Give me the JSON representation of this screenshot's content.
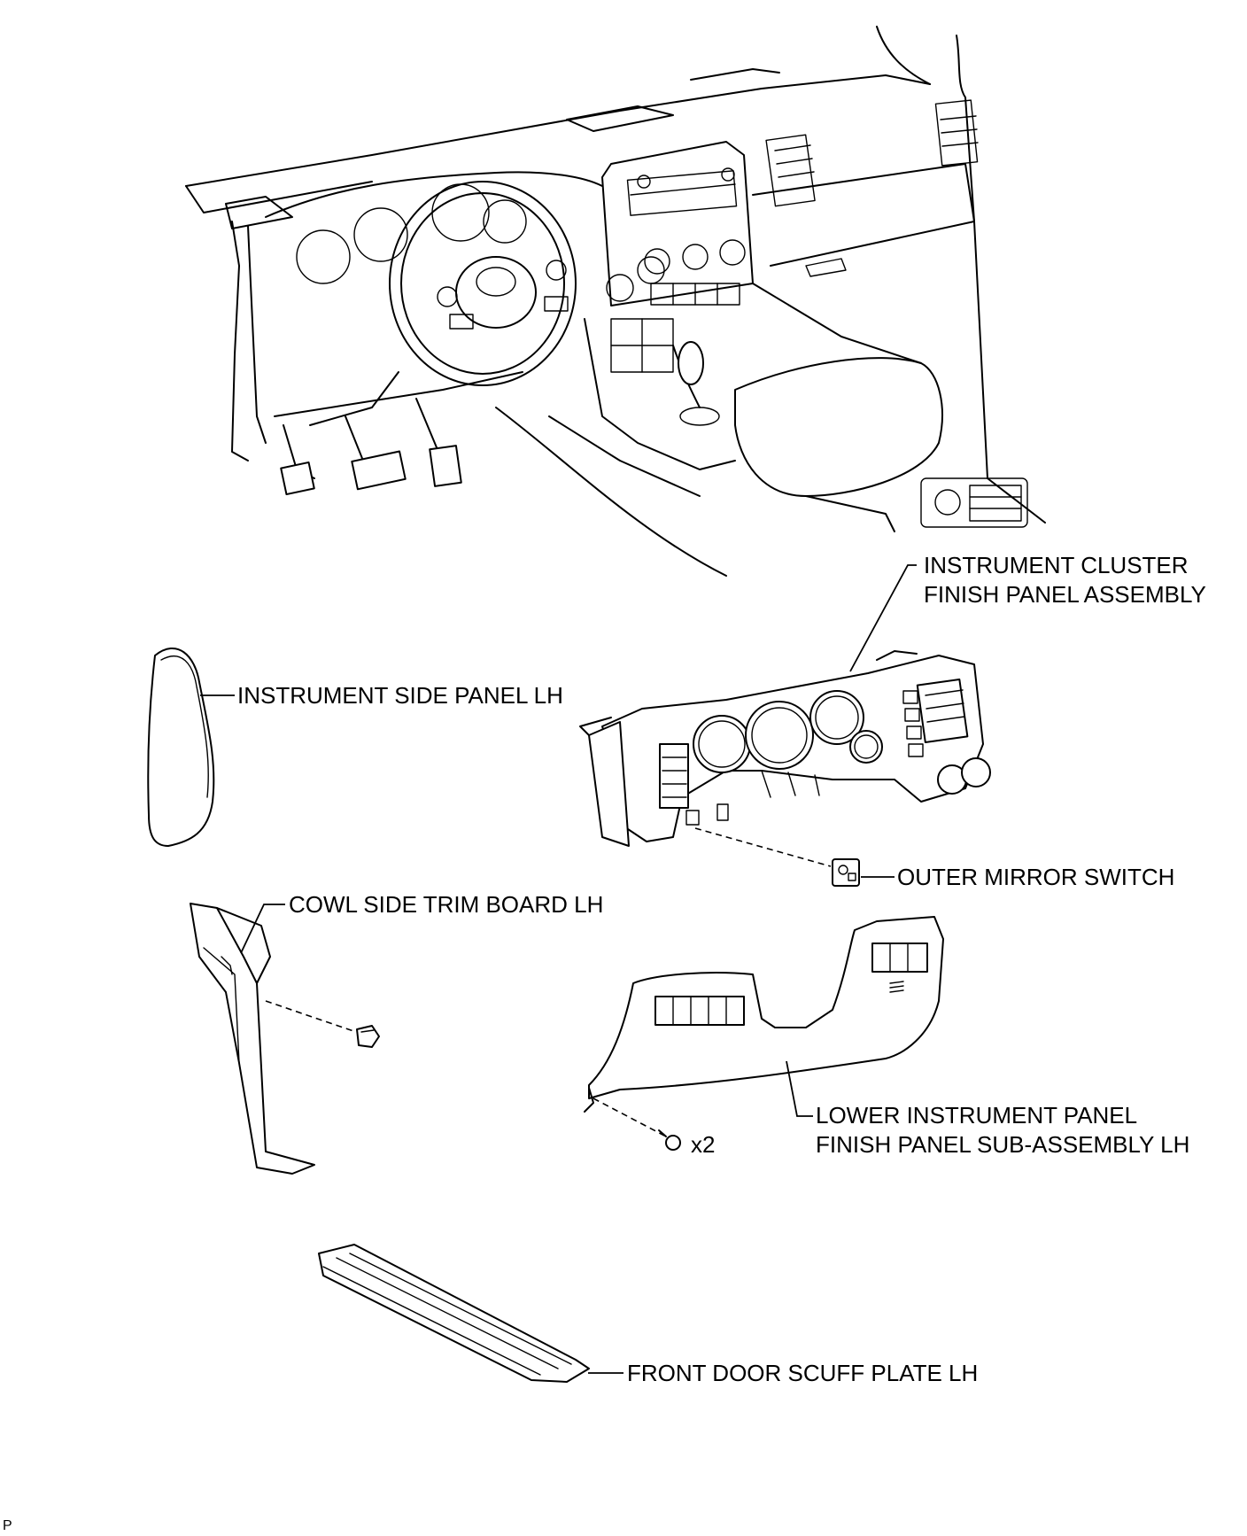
{
  "labels": {
    "cluster_line1": "INSTRUMENT CLUSTER",
    "cluster_line2": "FINISH PANEL ASSEMBLY",
    "side_panel": "INSTRUMENT SIDE PANEL LH",
    "mirror_switch": "OUTER MIRROR SWITCH",
    "cowl_trim": "COWL SIDE TRIM BOARD LH",
    "lower_line1": "LOWER INSTRUMENT PANEL",
    "lower_line2": "FINISH PANEL SUB-ASSEMBLY LH",
    "screw_qty": "x2",
    "scuff_plate": "FRONT DOOR SCUFF PLATE LH",
    "corner_mark": "P"
  }
}
